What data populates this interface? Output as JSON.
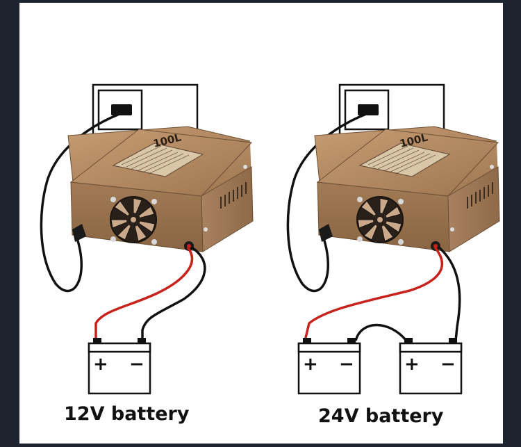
{
  "captions": {
    "left": "12V battery",
    "right": "24V battery"
  },
  "terminal_signs": {
    "positive": "+",
    "negative": "−"
  },
  "charger_model": "100L",
  "colors": {
    "frame_dark": "#1d2430",
    "canvas": "#ffffff",
    "charger_body": "#a27b56",
    "charger_top": "#b58b64",
    "positive_wire": "#c8221c",
    "negative_wire": "#111111"
  },
  "icons": [
    "wall-socket-icon",
    "charger-icon",
    "fan-icon",
    "battery-icon"
  ]
}
